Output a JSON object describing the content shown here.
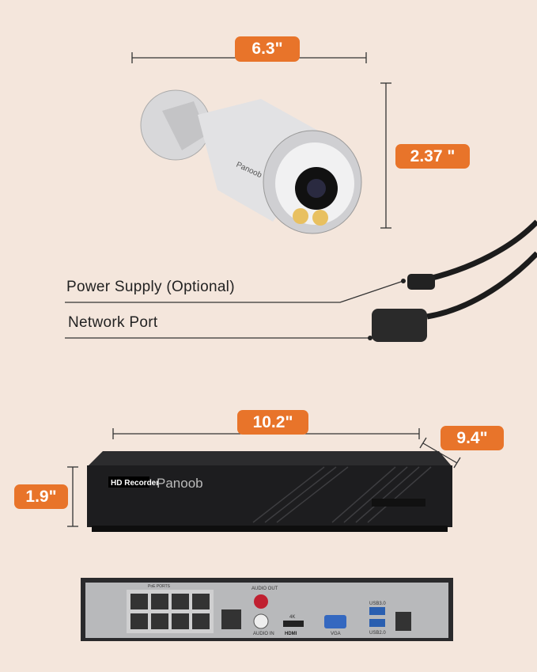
{
  "camera": {
    "width_label": "6.3\"",
    "height_label": "2.37 \"",
    "brand": "Panoob",
    "power_label": "Power Supply (Optional)",
    "network_label": "Network Port"
  },
  "nvr": {
    "width_label": "10.2\"",
    "depth_label": "9.4\"",
    "height_label": "1.9\"",
    "front_badge_hd": "HD",
    "front_badge_text": "Recorder",
    "brand": "Panoob",
    "rear": {
      "poe_label": "PoE PORTS",
      "audio_out": "AUDIO OUT",
      "audio_in": "AUDIO IN",
      "hdmi_top": "4K",
      "hdmi": "HDMI",
      "vga": "VGA",
      "usb3": "USB3.0",
      "usb2": "USB2.0"
    }
  },
  "colors": {
    "accent": "#e8742a",
    "background": "#f4e6dc"
  }
}
